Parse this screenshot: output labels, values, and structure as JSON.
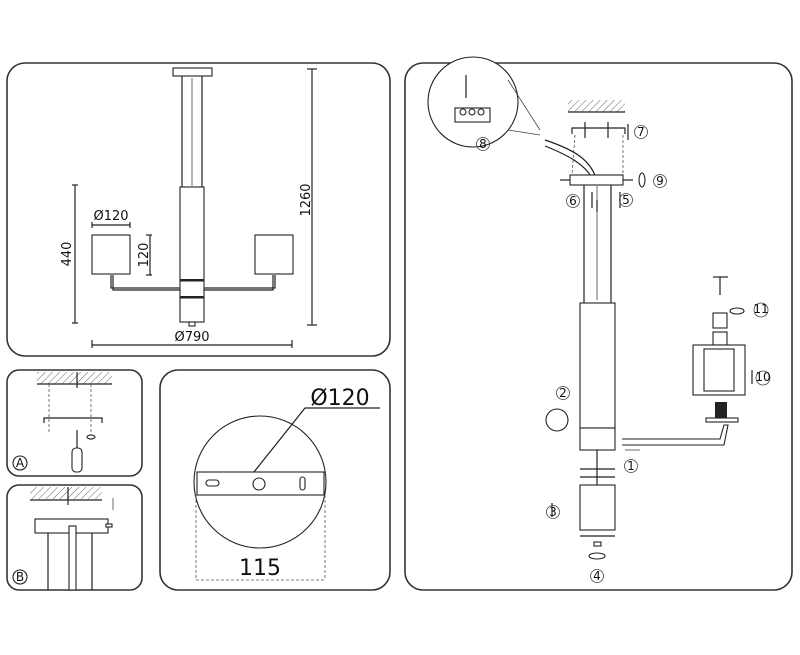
{
  "dimensions_panel": {
    "height_total": "1260",
    "height_lamp": "440",
    "shade_height": "120",
    "shade_diameter": "Ø120",
    "span_diameter": "Ø790"
  },
  "canopy_panel": {
    "canopy_diameter": "Ø120",
    "bracket_spacing": "115"
  },
  "step_panels": [
    {
      "label": "A"
    },
    {
      "label": "B"
    }
  ],
  "assembly_panel": {
    "steps": [
      "1",
      "2",
      "3",
      "4",
      "5",
      "6",
      "7",
      "8",
      "9",
      "10",
      "11"
    ]
  }
}
